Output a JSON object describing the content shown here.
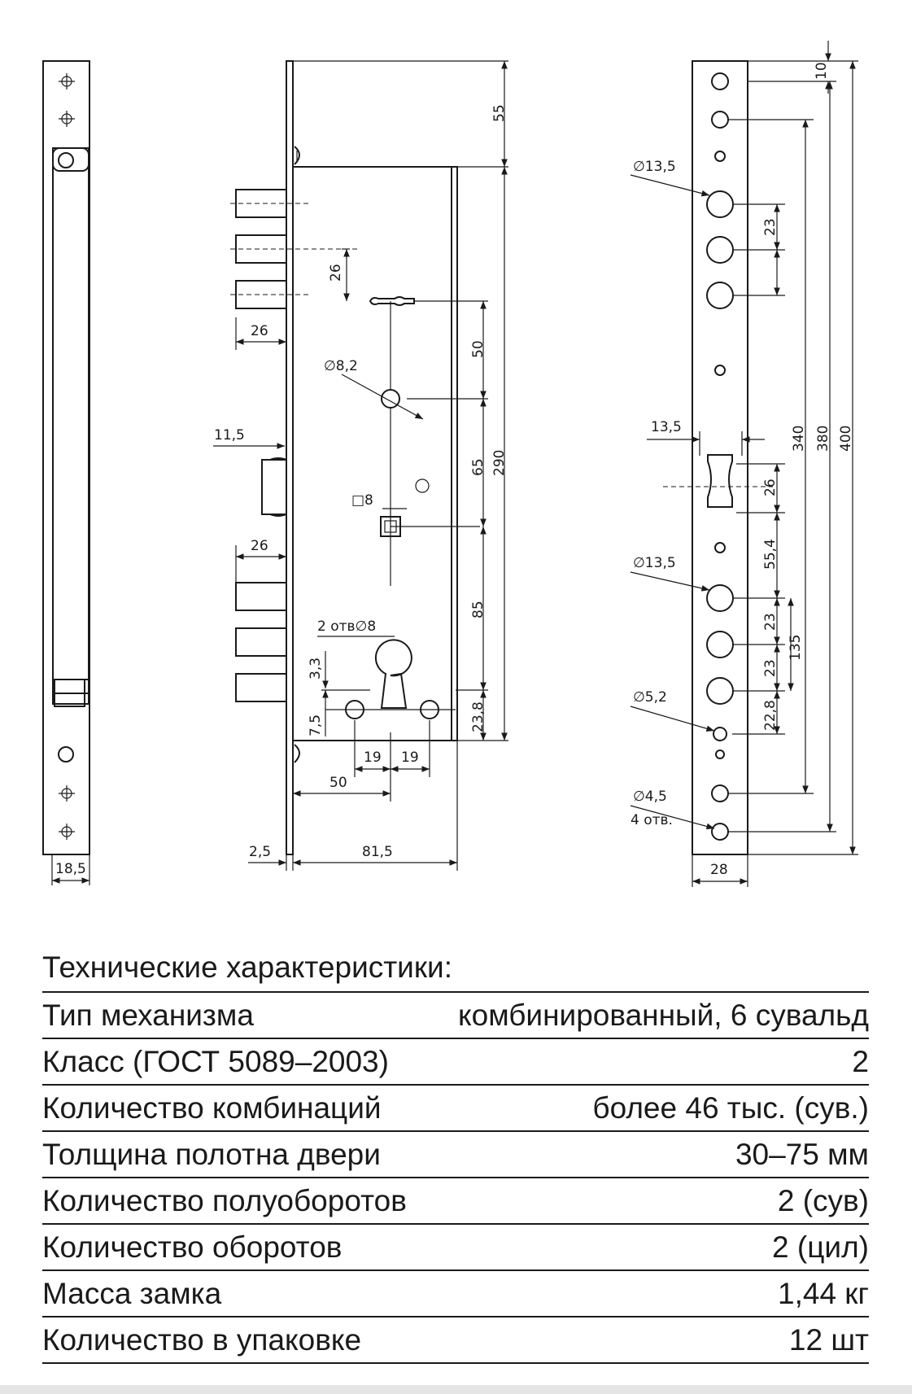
{
  "drawing": {
    "dims": [
      "55",
      "26",
      "26",
      "50",
      "∅8,2",
      "11,5",
      "65",
      "290",
      "□8",
      "26",
      "85",
      "2 отв∅8",
      "3,3",
      "7,5",
      "23,8",
      "19",
      "19",
      "50",
      "2,5",
      "81,5",
      "18,5",
      "10",
      "∅13,5",
      "23",
      "340",
      "380",
      "400",
      "13,5",
      "26",
      "55,4",
      "∅13,5",
      "23",
      "135",
      "23",
      "∅5,2",
      "22,8",
      "∅4,5",
      "4 отв.",
      "28"
    ]
  },
  "specs": {
    "title": "Технические характеристики:",
    "rows": [
      {
        "label": "Тип механизма",
        "value": "комбинированный, 6 сувальд"
      },
      {
        "label": "Класс (ГОСТ 5089–2003)",
        "value": "2"
      },
      {
        "label": "Количество комбинаций",
        "value": "более 46 тыс. (сув.)"
      },
      {
        "label": "Толщина полотна двери",
        "value": "30–75 мм"
      },
      {
        "label": "Количество полуоборотов",
        "value": "2 (сув)"
      },
      {
        "label": "Количество оборотов",
        "value": "2 (цил)"
      },
      {
        "label": "Масса замка",
        "value": "1,44 кг"
      },
      {
        "label": "Количество в упаковке",
        "value": "12 шт"
      }
    ]
  }
}
